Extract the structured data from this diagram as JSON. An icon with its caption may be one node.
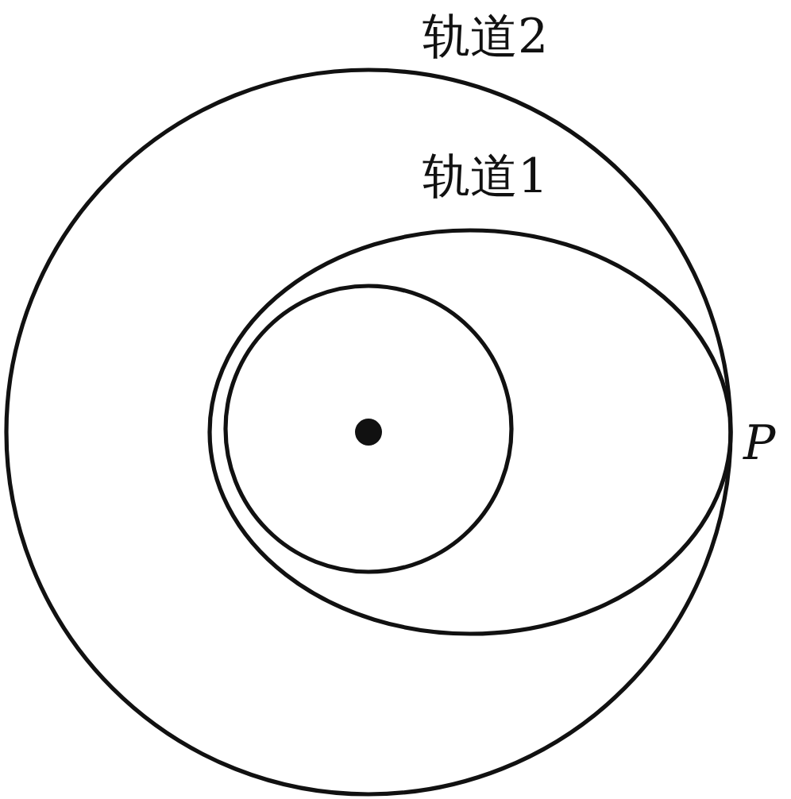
{
  "diagram": {
    "nodes": [
      {
        "text": [
          "轨道2"
        ]
      },
      {
        "text": [
          "轨道1"
        ],
        "in": 0
      },
      {
        "text": [],
        "shape": "circle",
        "in": 1
      }
    ],
    "labels": [
      "P"
    ]
  }
}
